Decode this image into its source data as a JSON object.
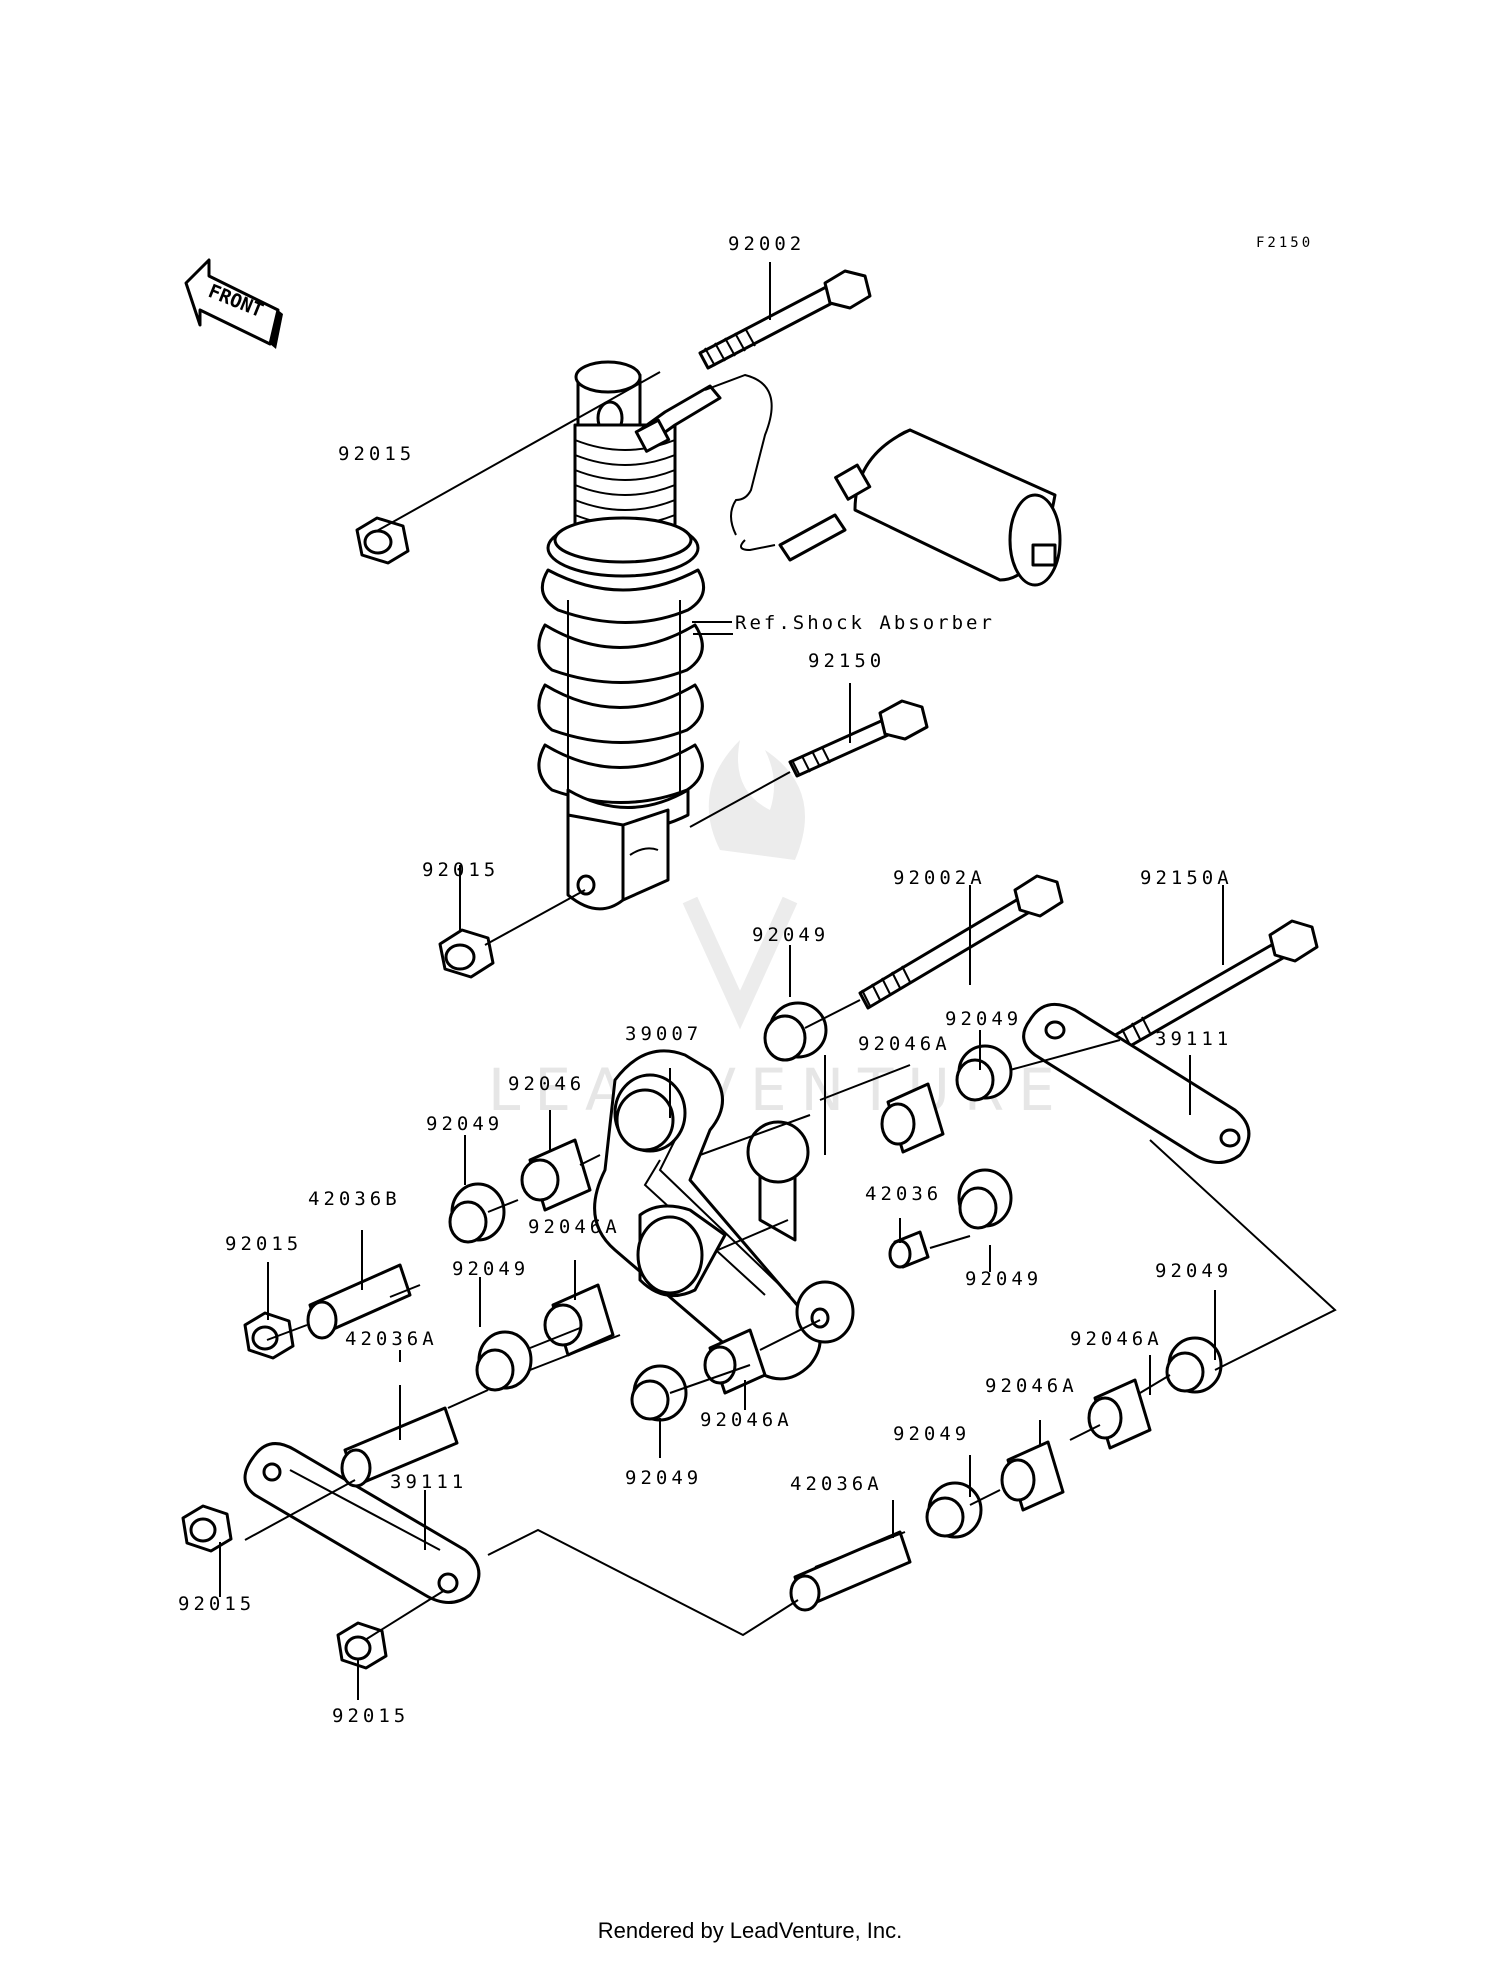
{
  "diagram": {
    "figure_code": "F2150",
    "front_label": "FRONT",
    "ref_label": "Ref.Shock Absorber",
    "watermark": "LEADVENTURE",
    "part_labels": {
      "p92002": "92002",
      "p92015_top": "92015",
      "p92150": "92150",
      "p92015_mid": "92015",
      "p92002A": "92002A",
      "p92150A": "92150A",
      "p92049_a": "92049",
      "p39007": "39007",
      "p92049_b": "92049",
      "p92046A_a": "92046A",
      "p39111_r": "39111",
      "p92046": "92046",
      "p92049_c": "92049",
      "p42036B": "42036B",
      "p42036": "42036",
      "p92015_l": "92015",
      "p92046A_b": "92046A",
      "p92049_d": "92049",
      "p92049_e": "92049",
      "p42036A_a": "42036A",
      "p92046A_c": "92046A",
      "p92049_f": "92049",
      "p92046A_d": "92046A",
      "p92046A_e": "92046A",
      "p92049_g": "92049",
      "p39111_l": "39111",
      "p92049_h": "92049",
      "p42036A_b": "42036A",
      "p92015_bl": "92015",
      "p92015_b": "92015"
    }
  },
  "footer": {
    "text": "Rendered by LeadVenture, Inc."
  }
}
